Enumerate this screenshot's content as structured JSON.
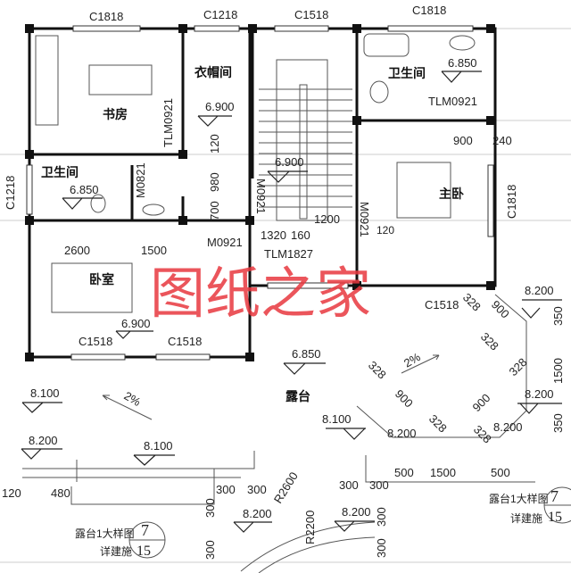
{
  "rooms": {
    "study": "书房",
    "cloakroom": "衣帽间",
    "bath_left": "卫生间",
    "bath_right": "卫生间",
    "bedroom": "卧室",
    "master_bedroom": "主卧",
    "terrace": "露台"
  },
  "windows": [
    "C1818",
    "C1218",
    "C1518",
    "C1818",
    "C1218",
    "C1818",
    "C1518",
    "C1518",
    "C1518"
  ],
  "doors": [
    "TLM0921",
    "M0821",
    "M0921",
    "M0921",
    "TLM0921",
    "M0921",
    "TLM1827"
  ],
  "elevations": [
    "6.900",
    "6.900",
    "6.900",
    "6.850",
    "6.850",
    "6.850",
    "8.100",
    "8.200",
    "8.100",
    "8.100",
    "8.200",
    "8.200",
    "8.200",
    "8.200",
    "8.200",
    "8.200"
  ],
  "dimensions": [
    "120",
    "980",
    "700",
    "1200",
    "1320",
    "160",
    "120",
    "2600",
    "1500",
    "900",
    "240",
    "328",
    "900",
    "328",
    "328",
    "328",
    "900",
    "328",
    "900",
    "328",
    "350",
    "1500",
    "350",
    "500",
    "1500",
    "500",
    "120",
    "480",
    "300",
    "300",
    "300",
    "300",
    "R2600",
    "R2200",
    "300",
    "300",
    "300",
    "300"
  ],
  "slopes": [
    "2%",
    "2%"
  ],
  "detail_refs": [
    {
      "title": "露台1大样图",
      "sub": "详建施",
      "num": "7",
      "sheet": "15"
    },
    {
      "title": "露台1大样图",
      "sub": "详建施",
      "num": "7",
      "sheet": "15"
    }
  ],
  "watermark": "图纸之家",
  "colors": {
    "lines": "#111111",
    "watermark": "#e8383f"
  }
}
